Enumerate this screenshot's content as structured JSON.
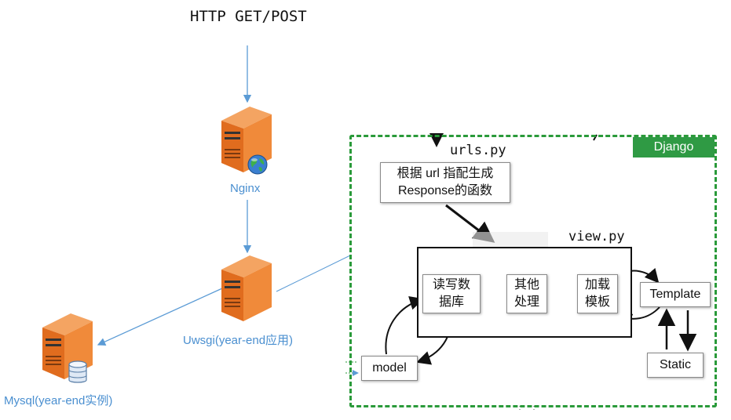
{
  "request_label": "HTTP GET/POST",
  "servers": {
    "nginx": {
      "label": "Nginx"
    },
    "uwsgi": {
      "label": "Uwsgi(year-end应用)"
    },
    "mysql": {
      "label": "Mysql(year-end实例)"
    }
  },
  "django": {
    "tag": "Django",
    "urls_file": "urls.py",
    "urls_desc_line1": "根据 url 指配生成",
    "urls_desc_line2": "Response的函数",
    "view_file": "view.py",
    "view_steps": [
      {
        "line1": "读写数",
        "line2": "据库"
      },
      {
        "line1": "其他",
        "line2": "处理"
      },
      {
        "line1": "加载",
        "line2": "模板"
      }
    ],
    "model": "model",
    "template": "Template",
    "static": "Static"
  },
  "colors": {
    "server_orange": "#e9772a",
    "connector_blue": "#5b9bd5",
    "django_green": "#2f9a44",
    "label_blue": "#4a8fd0"
  }
}
